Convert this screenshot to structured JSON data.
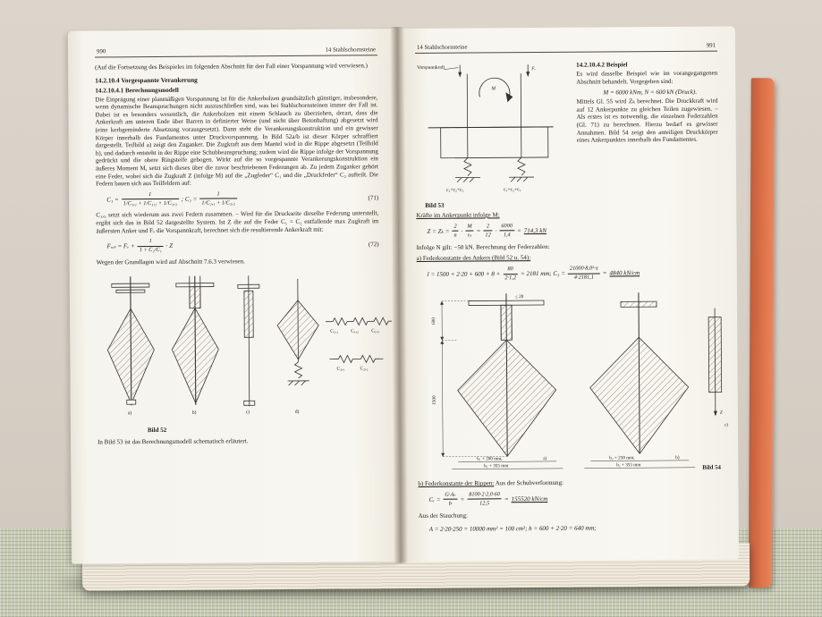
{
  "photo": {
    "colors": {
      "wall": "#d6cfc5",
      "cloth": "#c7cbb5",
      "cover": "#de744a",
      "page": "#f8f6f0"
    }
  },
  "left_page": {
    "page_number": "990",
    "running_header": "14 Stahlschornsteine",
    "intro_note": "(Auf die Fortsetzung des Beispieles im folgenden Abschnitt für den Fall einer Vorspannung wird verwiesen.)",
    "heading_section": "14.2.10.4 Vorgespannte Verankerung",
    "heading_sub": "14.2.10.4.1 Berechnungsmodell",
    "paragraph_model": "Die Einprägung einer planmäßigen Vorspannung ist für die Ankerbolzen grundsätzlich günstiger, insbesondere, wenn dynamische Beanspruchungen nicht auszuschließen sind, was bei Stahlschornsteinen immer der Fall ist. Dabei ist es besonders wesentlich, die Ankerbolzen mit einem Schlauch zu überziehen, derart, dass die Ankerkraft am unteren Ende über Barren in definierter Weise (und nicht über Betonhaftung) abgesetzt wird (eine kerbgeminderte Absetzung vorausgesetzt). Dann steht die Verankerungskonstruktion und ein gewisser Körper innerhalb des Fundamentes unter Druckvorspannung. In Bild 52a/b ist dieser Körper schraffiert dargestellt. Teilbild a) zeigt den Zuganker. Die Zugkraft aus dem Mantel wird in die Rippe abgesetzt (Teilbild b), und dadurch entsteht in der Rippe eine Schubbeanspruchung; zudem wird die Rippe infolge der Vorspannung gedrückt und die obere Ringsteife gebogen. Wirkt auf die so vorgespannte Verankerungskonstruktion ein äußeres Moment M, setzt sich dieses über die zuvor beschriebenen Federungen ab. Zu jedem Zuganker gehört eine Feder, wobei sich die Zugkraft Z (infolge M) auf die „Zugfeder“ C₁ und die „Druckfeder“ C₂ aufteilt. Die Federn bauen sich aus Teilfeldern auf:",
    "formula_71": [
      "C₁ =",
      {
        "frac": [
          "1",
          "1/C₁,₁ + 1/C₁,₂ + 1/C₁,₃"
        ]
      },
      ";    C₂ =",
      {
        "frac": [
          "1",
          "1/C₂,₁ + 1/C₂,₂"
        ]
      },
      {
        "tag": "(71)"
      }
    ],
    "paragraph_springs": "C₁,₃ setzt sich wiederum aus zwei Federn zusammen. – Wird für die Druckseite dieselbe Federung unterstellt, ergibt sich das in Bild 52 dargestellte System. Ist Z die auf die Feder C₁ = C₂ entfallende max Zugkraft im äußersten Anker und Fᵥ die Vorspannkraft, berechnet sich die resultierende Ankerkraft mit:",
    "formula_72": [
      "Fᵣₑₛ = Fᵥ +",
      {
        "frac": [
          "1",
          "1 + C₂/C₁"
        ]
      },
      "· Z",
      {
        "tag": "(72)"
      }
    ],
    "reference_note": "Wegen der Grundlagen wird auf Abschnitt 7.6.3 verwiesen.",
    "bild52": {
      "caption": "Bild 52",
      "labels": {
        "a": "a)",
        "b": "b)",
        "c": "c)",
        "d": "d)",
        "c11": "C₁,₁",
        "c12": "C₁,₂",
        "c13": "C₁,₃",
        "c21": "C₂,₁",
        "c22": "C₂,₂"
      }
    },
    "closing_sentence": "In Bild 53 ist das Berechnungsmodell schematisch erläutert."
  },
  "right_page": {
    "page_number": "991",
    "running_header": "14 Stahlschornsteine",
    "bild53": {
      "caption": "Bild 53",
      "labels": {
        "vorspannkraft": "Vorspannkraft",
        "fv": "Fᵥ",
        "m": "M",
        "springs_left": "c₁+c₂+c₃",
        "springs_right": "c₁+c₂+c₃"
      }
    },
    "heading_example": "14.2.10.4.2 Beispiel",
    "paragraph_example_1": "Es wird dasselbe Beispiel wie im vorangegangenen Abschnitt behandelt. Vorgegeben sind:",
    "values_line": "M = 6000 kNm,   N = 600 kN (Druck).",
    "paragraph_example_2": "Mittels Gl. 55 wird Zₖ berechnet. Die Druckkraft wird auf 12 Ankerpunkte zu gleichen Teilen zugewiesen. – Als erstes ist es notwendig, die einzelnen Federzahlen (Gl. 71) zu berechnen. Hierzu bedarf es gewisser Annahmen. Bild 54 zeigt den anteiligen Druckkörper eines Ankerpunktes innerhalb des Fundamentes.",
    "forces_heading": "Kräfte im Ankerpunkt infolge M:",
    "formula_z": [
      "Z = Zₖ =",
      {
        "frac": [
          "2",
          "n"
        ]
      },
      "·",
      {
        "frac": [
          "M",
          "rₛ"
        ]
      },
      "=",
      {
        "frac": [
          "2",
          "12"
        ]
      },
      "·",
      {
        "frac": [
          "6000",
          "1,4"
        ]
      },
      "=",
      {
        "under": "714,3 kN"
      }
    ],
    "n_note": "Infolge N gilt: −50 kN. Berechnung der Federzahlen:",
    "anchor_heading": "a) Federkonstante des Ankers (Bild 52 u. 54):",
    "formula_anchor": [
      "l = 1500 + 2·20 + 600 + 8 +",
      {
        "frac": [
          "80",
          "2·1,2"
        ]
      },
      "= 2181 mm;   C₃ =",
      {
        "frac": [
          "21000·8,0²·π",
          "4·2181,1"
        ]
      },
      "=",
      {
        "under": "4840 kN/cm"
      }
    ],
    "bild54": {
      "caption": "Bild 54",
      "labels": {
        "dim_20": "≤ 20",
        "dim_600": "600",
        "dim_1500": "1500",
        "a_width1": "b₁ + 200 mm,",
        "a_tag": "a)",
        "a_width2": "b₁ + 355 mm",
        "b_width1": "b₂ + 250 mm,",
        "b_tag": "b)",
        "b_width2": "b₂ + 355 mm",
        "c_tag": "c)",
        "z": "Z"
      }
    },
    "ribs_heading": "b) Federkonstante der Rippen:",
    "ribs_heading2": "Aus der Schubverformung:",
    "formula_ribs": [
      "Cᵣ =",
      {
        "frac": [
          "G·Aₛ",
          "b"
        ]
      },
      "=",
      {
        "frac": [
          "8100·2·2,0·60",
          "12,5"
        ]
      },
      "=",
      {
        "under": "155520 kN/cm"
      }
    ],
    "compression_heading": "Aus der Stauchung:",
    "formula_compression": [
      "A = 2·20·250 = 10000 mm² = 100 cm²;    h = 600 + 2·20 = 640 mm;"
    ]
  }
}
